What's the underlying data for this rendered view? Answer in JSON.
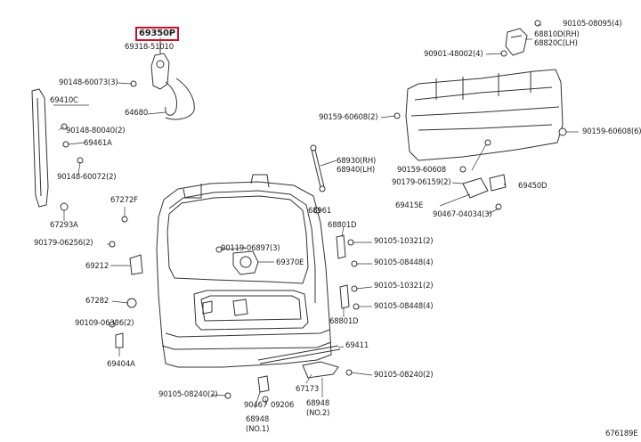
{
  "diagram_id": "676189E",
  "highlight_part": "69350P",
  "labels": {
    "p69350P": "69350P",
    "p69318": "69318-51010",
    "p90148_73": "90148-60073(3)",
    "p64680": "64680",
    "p69410C": "69410C",
    "p90148_40": "90148-80040(2)",
    "p69461A": "69461A",
    "p90148_72": "90148-60072(2)",
    "p67293A": "67293A",
    "p67272F": "67272F",
    "p90179_62": "90179-06256(2)",
    "p69212": "69212",
    "p67282": "67282",
    "p90109_63": "90109-06386(2)",
    "p69404A": "69404A",
    "p90105_82_left": "90105-08240(2)",
    "p90467_bl": "90467",
    "p09206": "09206",
    "p68948_1": "68948",
    "p68948_1sub": "(NO.1)",
    "p67173": "67173",
    "p68948_2": "68948",
    "p68948_2sub": "(NO.2)",
    "p68930": "68930(RH)",
    "p68940": "68940(LH)",
    "p68961": "68961",
    "p90119": "90119-06897(3)",
    "p69370E": "69370E",
    "p68801D_a": "68801D",
    "p68801D_b": "68801D",
    "p90105_103_a": "90105-10321(2)",
    "p90105_084_a": "90105-08448(4)",
    "p90105_103_b": "90105-10321(2)",
    "p90105_084_b": "90105-08448(4)",
    "p69411": "69411",
    "p90105_82_right": "90105-08240(2)",
    "p90105_08095": "90105-08095(4)",
    "p68810D": "68810D(RH)",
    "p68820C": "68820C(LH)",
    "p90901": "90901-48002(4)",
    "p90159_r": "90159-60608(6)",
    "p90159_l": "90159-60608(2)",
    "p90159_c": "90159-60608",
    "p90179_61": "90179-06159(2)",
    "p69450D": "69450D",
    "p69415E": "69415E",
    "p90467_04": "90467-04034(3)"
  }
}
